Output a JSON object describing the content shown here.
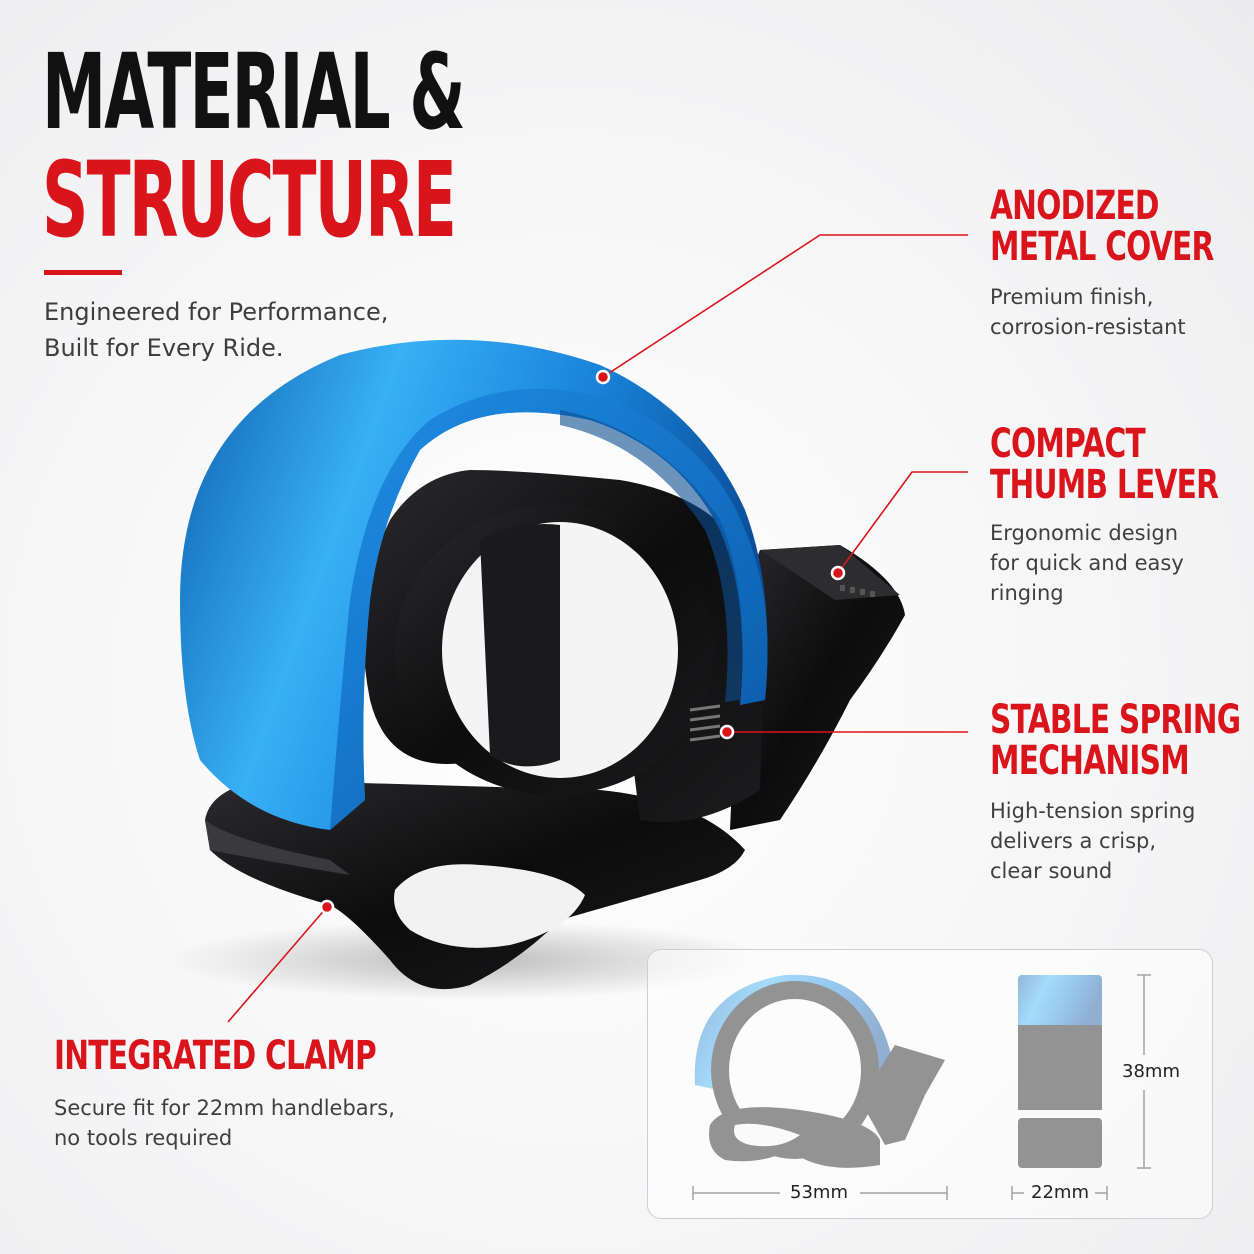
{
  "headline": {
    "line1": "MATERIAL &",
    "line2": "STRUCTURE"
  },
  "tagline": {
    "line1": "Engineered for Performance,",
    "line2": "Built for Every Ride."
  },
  "callouts": [
    {
      "title1": "ANODIZED",
      "title2": "METAL COVER",
      "desc": [
        "Premium finish,",
        "corrosion-resistant"
      ]
    },
    {
      "title1": "COMPACT",
      "title2": "THUMB LEVER",
      "desc": [
        "Ergonomic design",
        "for quick and easy",
        "ringing"
      ]
    },
    {
      "title1": "STABLE SPRING",
      "title2": "MECHANISM",
      "desc": [
        "High-tension spring",
        "delivers a crisp,",
        "clear sound"
      ]
    },
    {
      "title1": "INTEGRATED CLAMP",
      "desc": [
        "Secure fit for 22mm handlebars,",
        "no tools required"
      ]
    }
  ],
  "dimensions": {
    "width": "53mm",
    "height": "38mm",
    "depth": "22mm"
  },
  "colors": {
    "accent": "#d9141b",
    "cover": "#1e8ee0",
    "body": "#111111"
  }
}
